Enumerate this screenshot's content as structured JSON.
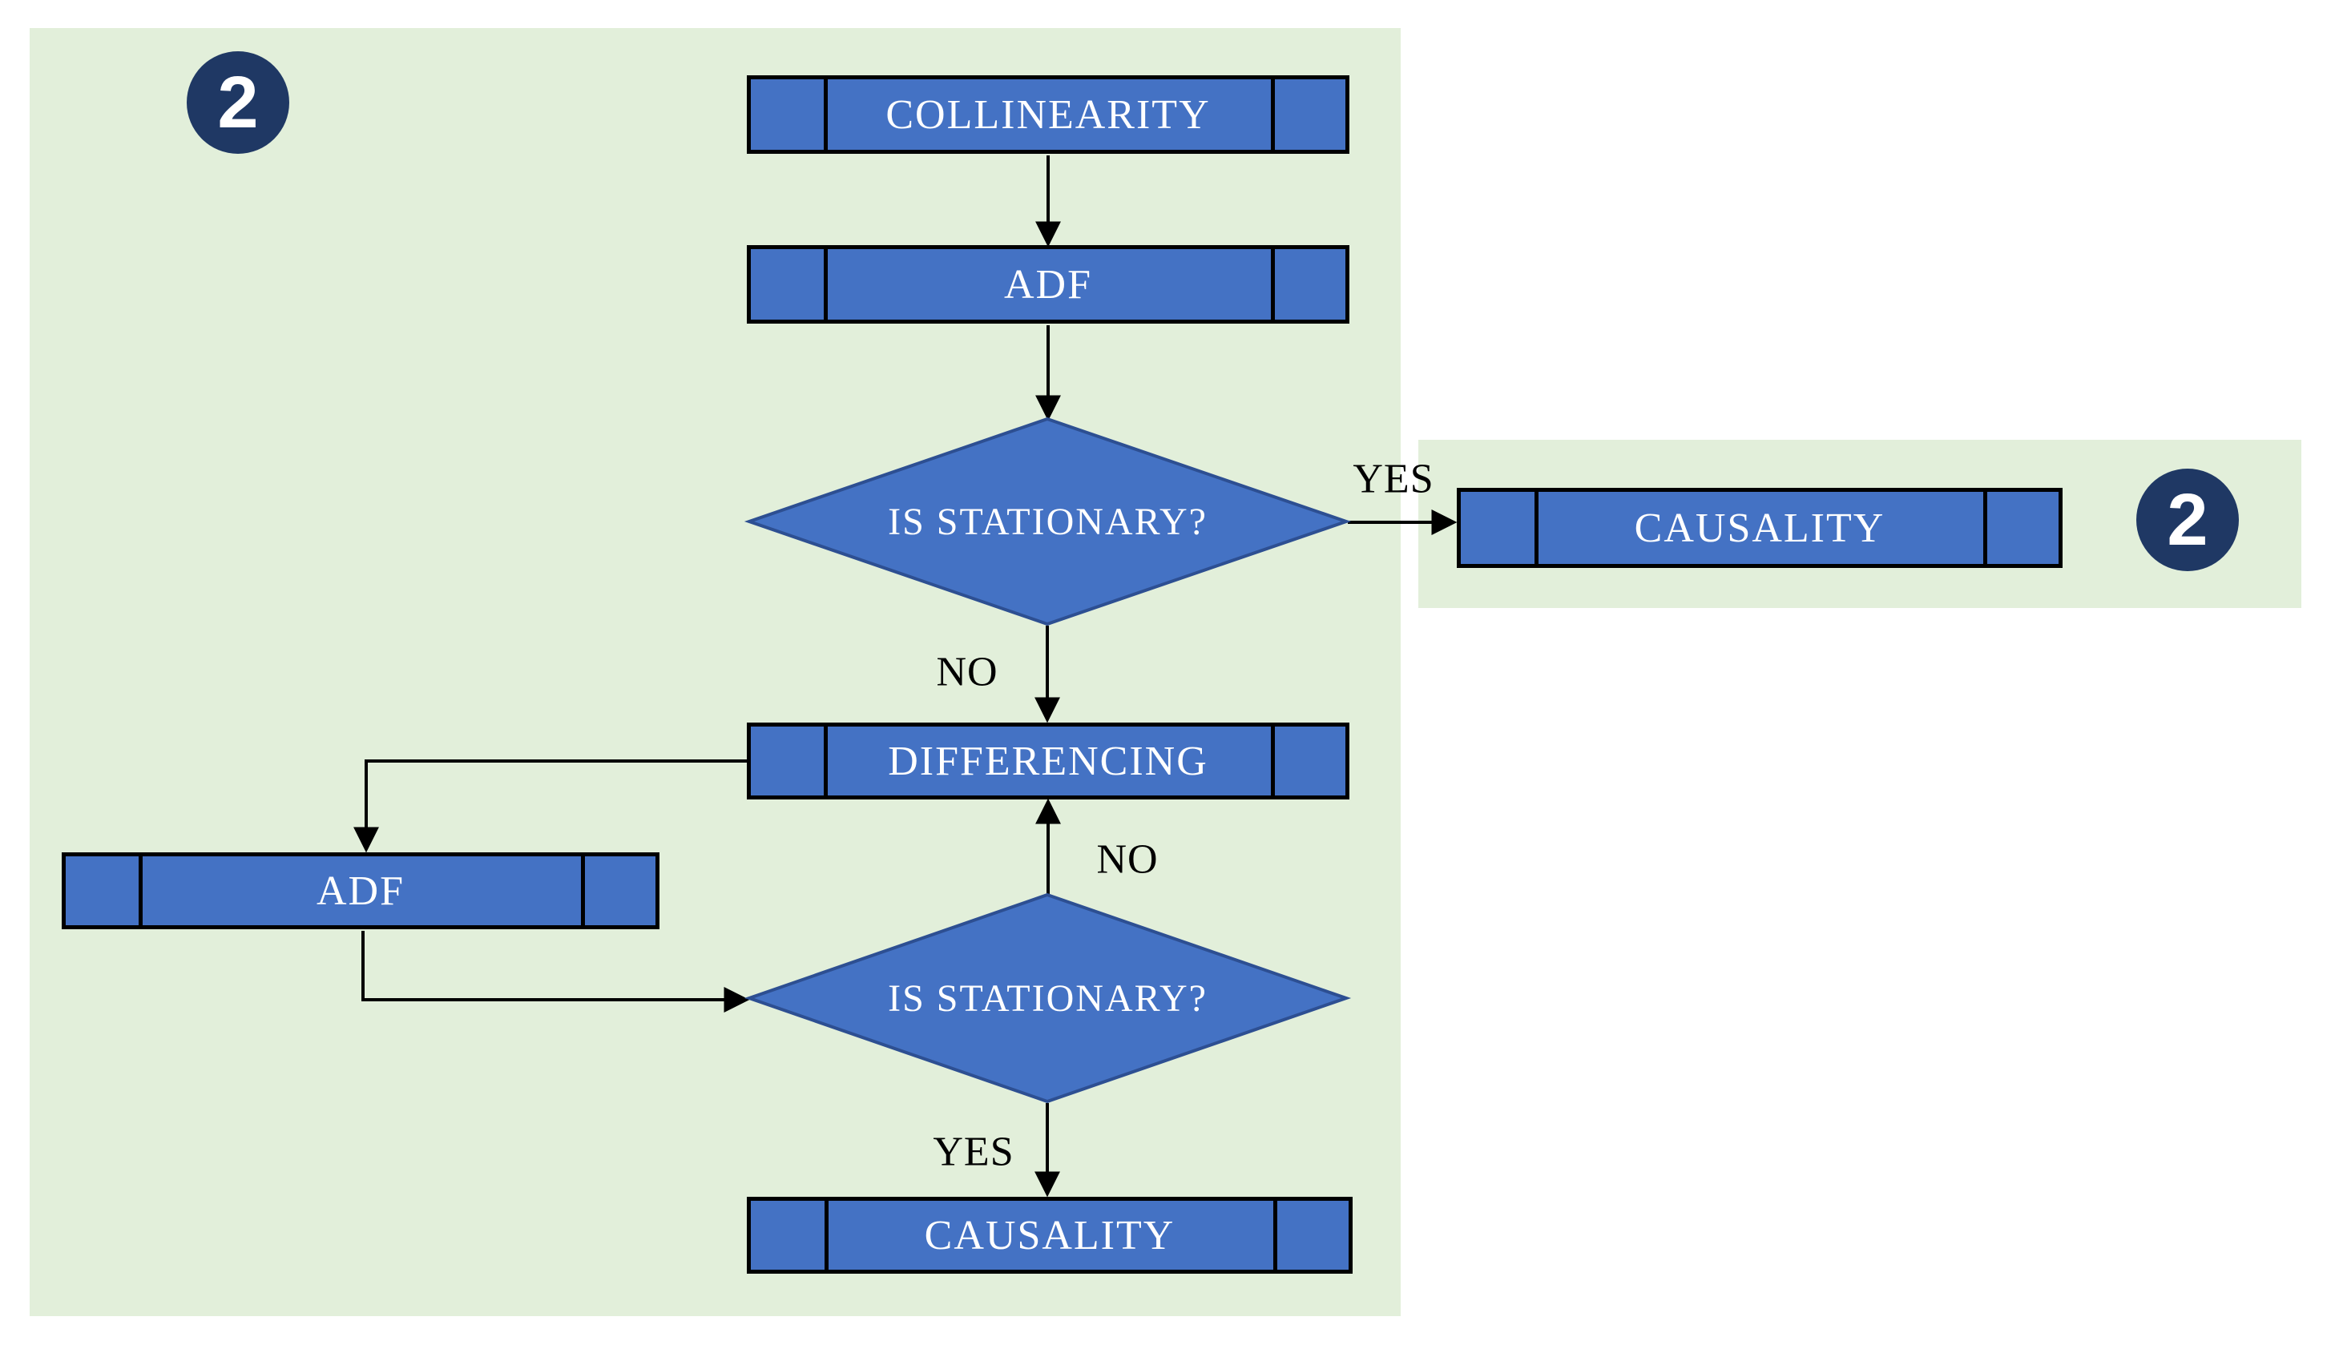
{
  "colors": {
    "page_background": "#FFFFFF",
    "panel_green": "#E2EFDA",
    "shape_blue": "#4472C4",
    "diamond_outline": "#2D4F92",
    "badge_navy": "#1F3864",
    "line_black": "#000000",
    "shape_text_white": "#FFFFFF"
  },
  "badges": {
    "left": {
      "label": "2"
    },
    "right": {
      "label": "2"
    }
  },
  "nodes": {
    "collinearity": {
      "label": "COLLINEARITY",
      "type": "predefined-process"
    },
    "adf_top": {
      "label": "ADF",
      "type": "predefined-process"
    },
    "decision_top": {
      "label": "IS STATIONARY?",
      "type": "decision"
    },
    "causality_right": {
      "label": "CAUSALITY",
      "type": "predefined-process"
    },
    "differencing": {
      "label": "DIFFERENCING",
      "type": "predefined-process"
    },
    "adf_left": {
      "label": "ADF",
      "type": "predefined-process"
    },
    "decision_bottom": {
      "label": "IS STATIONARY?",
      "type": "decision"
    },
    "causality_bottom": {
      "label": "CAUSALITY",
      "type": "predefined-process"
    }
  },
  "edges": {
    "yes_top": {
      "label": "YES",
      "from": "decision_top",
      "to": "causality_right"
    },
    "no_top": {
      "label": "NO",
      "from": "decision_top",
      "to": "differencing"
    },
    "no_bottom": {
      "label": "NO",
      "from": "decision_bottom",
      "to": "differencing"
    },
    "yes_bottom": {
      "label": "YES",
      "from": "decision_bottom",
      "to": "causality_bottom"
    }
  }
}
